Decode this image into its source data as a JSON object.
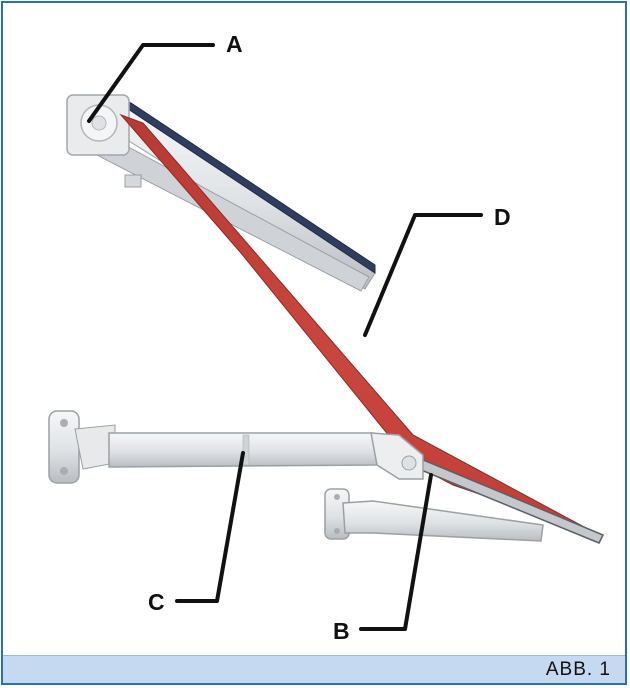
{
  "figure": {
    "callouts": {
      "a": "A",
      "b": "B",
      "c": "C",
      "d": "D"
    },
    "caption": "ABB. 1"
  },
  "colors": {
    "frame_border": "#2f6fae",
    "caption_bar": "#c5d9f0",
    "fabric": "#c9463e",
    "aluminium": "#e3e5e7",
    "callout_line": "#111111"
  }
}
